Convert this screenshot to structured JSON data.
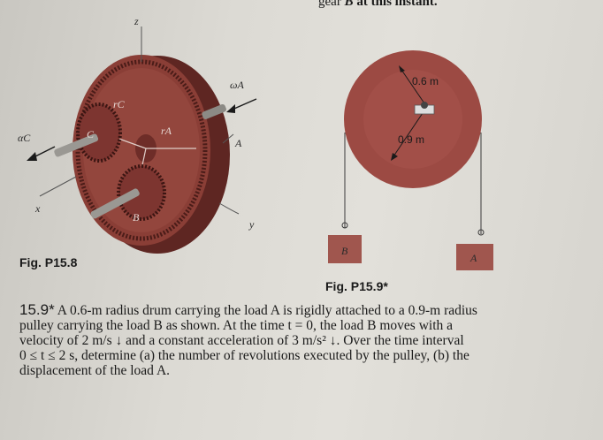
{
  "header_fragment": {
    "prefix": "gear",
    "gear_letter": "B",
    "suffix": "at this instant."
  },
  "figure_left": {
    "caption": "Fig. P15.8",
    "labels": {
      "z": "z",
      "x": "x",
      "y": "y",
      "omega_a": "ωA",
      "alpha_c": "αC",
      "r_c": "rC",
      "r_a": "rA",
      "gear_c": "C",
      "gear_b": "B",
      "arm_a": "A"
    }
  },
  "figure_right": {
    "caption": "Fig. P15.9*",
    "labels": {
      "inner_radius": "0.6 m",
      "outer_radius": "0.9 m",
      "load_b": "B",
      "load_a": "A"
    }
  },
  "problem": {
    "number": "15.9*",
    "lines": [
      "A 0.6-m radius drum carrying the load A is rigidly attached to a 0.9-m radius",
      "pulley carrying the load B as shown. At the time t = 0, the load B moves with a",
      "velocity of 2 m/s ↓ and a constant acceleration of 3 m/s² ↓. Over the time interval",
      "0 ≤ t ≤ 2 s, determine (a) the number of revolutions executed by the pulley, (b) the",
      "displacement of the load A."
    ]
  },
  "colors": {
    "disk": "#8a3e36",
    "disk_dark": "#5e2622",
    "pulley": "#9c4a43",
    "pulley_inner": "#7a3530",
    "load": "#a0564e",
    "rope": "#3a3a3a"
  }
}
